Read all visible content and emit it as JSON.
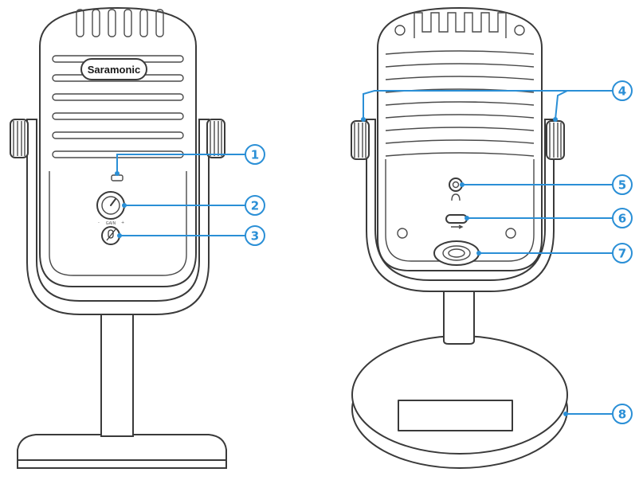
{
  "front_view": {
    "brand_label": "Saramonic",
    "knob_scale": {
      "min": "-",
      "mid": "GAIN",
      "max": "+"
    }
  },
  "callouts": [
    {
      "number": "1"
    },
    {
      "number": "2"
    },
    {
      "number": "3"
    },
    {
      "number": "4"
    },
    {
      "number": "5"
    },
    {
      "number": "6"
    },
    {
      "number": "7"
    },
    {
      "number": "8"
    }
  ],
  "colors": {
    "callout": "#2a8fd6",
    "outline": "#3a3a3a",
    "background": "#ffffff"
  }
}
